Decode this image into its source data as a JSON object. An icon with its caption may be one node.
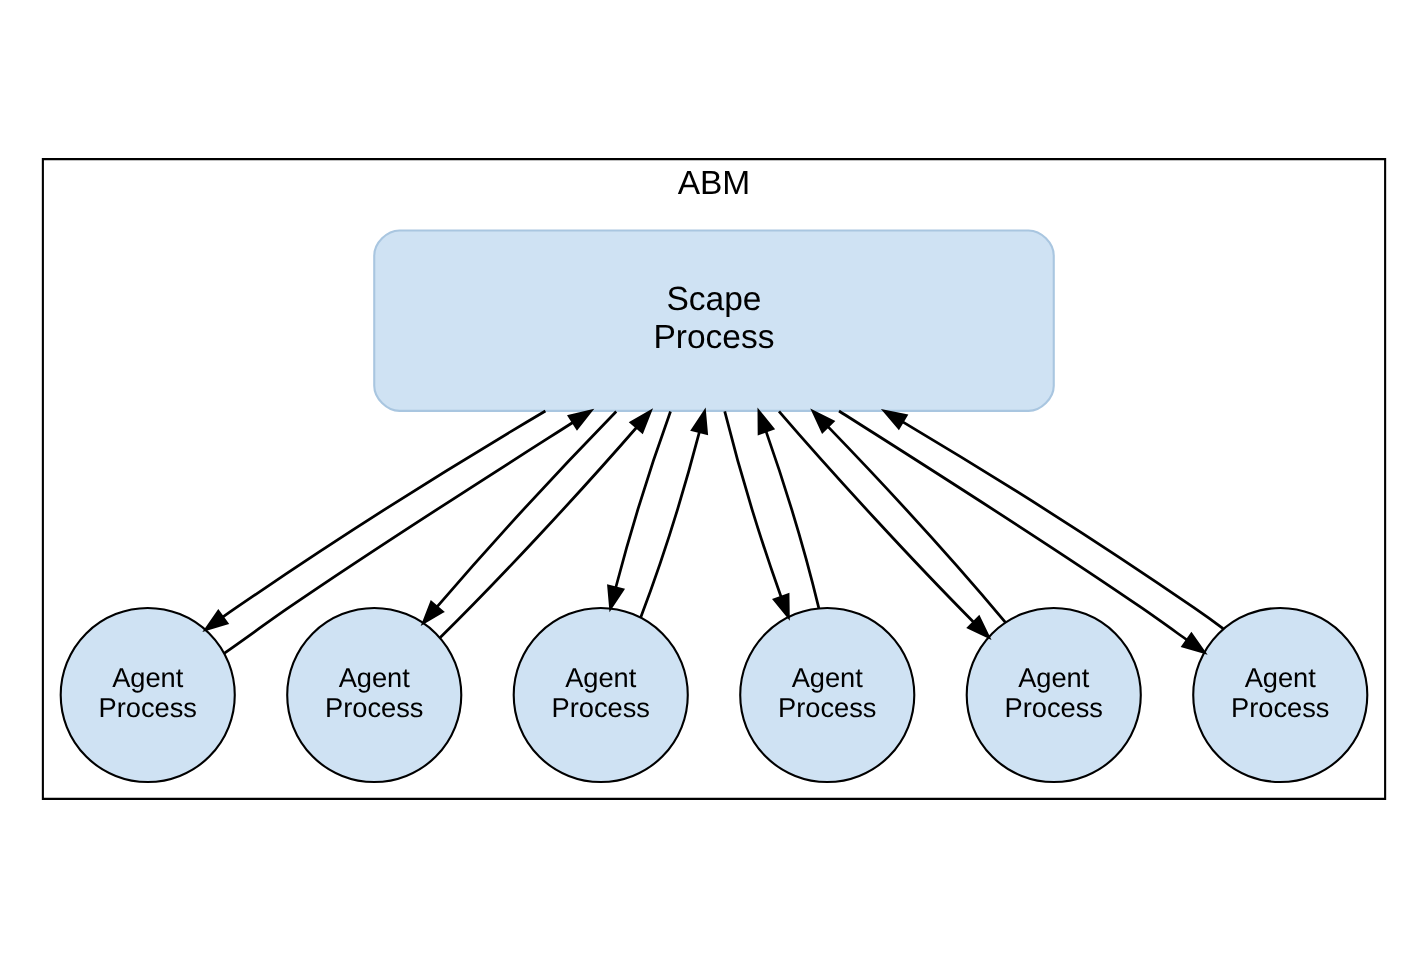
{
  "diagram": {
    "nodes": [
      {
        "text": [
          "ABM"
        ]
      },
      {
        "text": [
          "Scape Process"
        ],
        "in": 0
      },
      {
        "text": [
          "Agent Process"
        ],
        "in": 0
      },
      {
        "text": [
          "Agent Process"
        ],
        "in": 0
      },
      {
        "text": [
          "Agent Process"
        ],
        "in": 0
      },
      {
        "text": [
          "Agent Process"
        ],
        "in": 0
      },
      {
        "text": [
          "Agent Process"
        ],
        "in": 0
      },
      {
        "text": [
          "Agent Process"
        ],
        "in": 0
      }
    ],
    "edges": [
      {
        "from": 2,
        "to": 1,
        "arrow": "to"
      },
      {
        "from": 1,
        "to": 2,
        "arrow": "to"
      },
      {
        "from": 3,
        "to": 1,
        "arrow": "to"
      },
      {
        "from": 1,
        "to": 3,
        "arrow": "to"
      },
      {
        "from": 4,
        "to": 1,
        "arrow": "to"
      },
      {
        "from": 1,
        "to": 4,
        "arrow": "to"
      },
      {
        "from": 5,
        "to": 1,
        "arrow": "to"
      },
      {
        "from": 1,
        "to": 5,
        "arrow": "to"
      },
      {
        "from": 6,
        "to": 1,
        "arrow": "to"
      },
      {
        "from": 1,
        "to": 6,
        "arrow": "to"
      },
      {
        "from": 7,
        "to": 1,
        "arrow": "to"
      },
      {
        "from": 1,
        "to": 7,
        "arrow": "to"
      }
    ]
  }
}
